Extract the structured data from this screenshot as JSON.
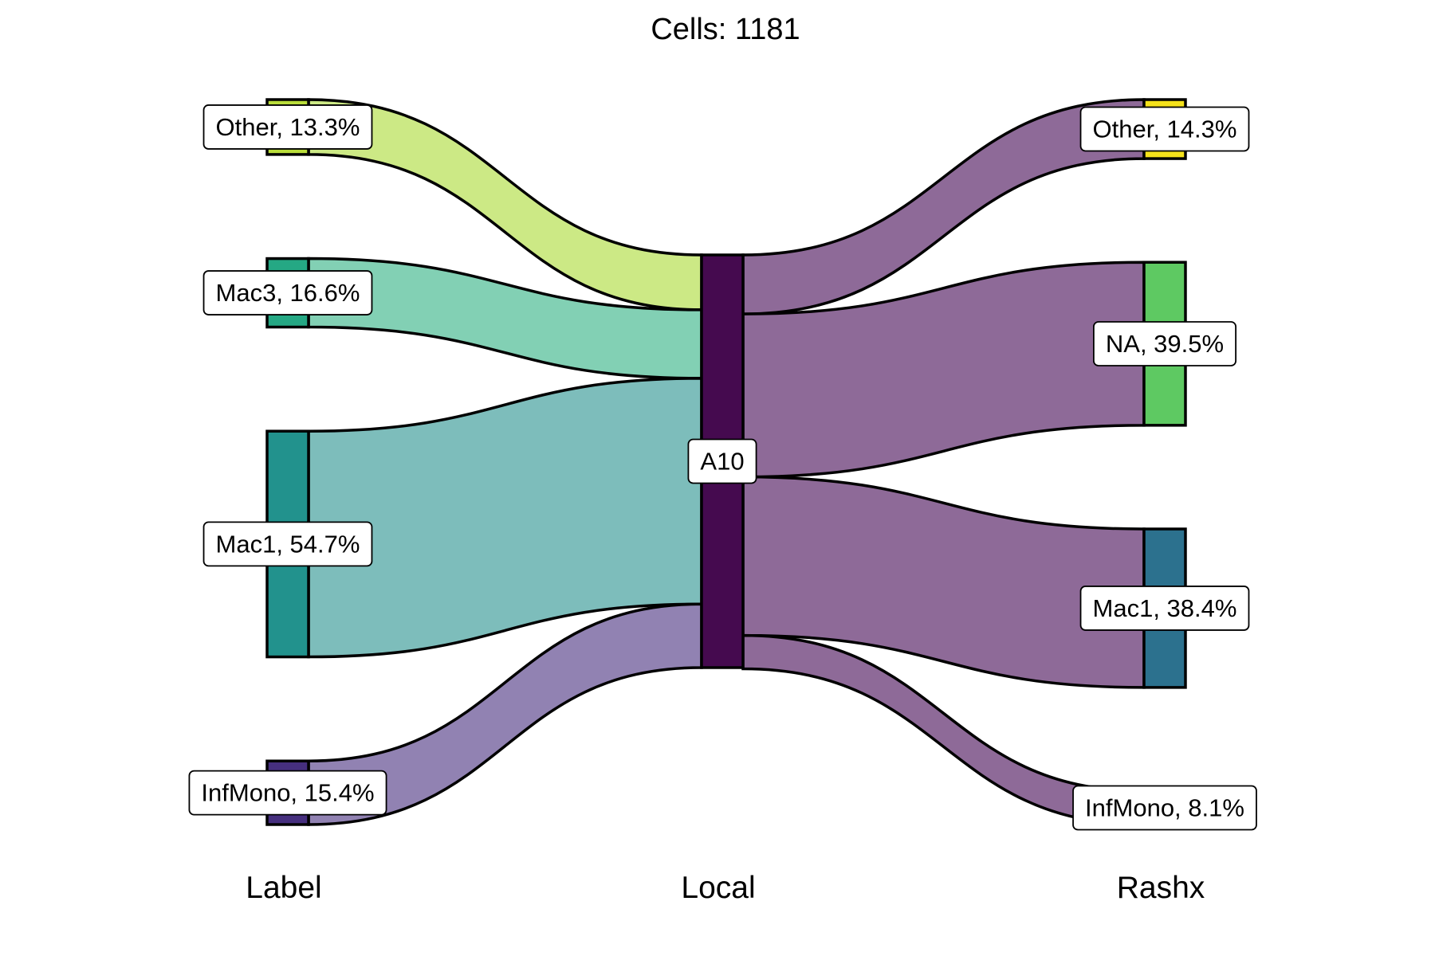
{
  "chart_data": {
    "type": "alluvial",
    "title": "Cells:  1181",
    "total": 1181,
    "axes": [
      "Label",
      "Local",
      "Rashx"
    ],
    "nodes": {
      "Label": [
        {
          "name": "Other",
          "percent": 13.3,
          "label": "Other, 13.3%",
          "color": "#b9dd3b",
          "flow_color": "#cce985"
        },
        {
          "name": "Mac3",
          "percent": 16.6,
          "label": "Mac3, 16.6%",
          "color": "#25a884",
          "flow_color": "#82d0b4"
        },
        {
          "name": "Mac1",
          "percent": 54.7,
          "label": "Mac1, 54.7%",
          "color": "#22928d",
          "flow_color": "#7dbdbb"
        },
        {
          "name": "InfMono",
          "percent": 15.4,
          "label": "InfMono, 15.4%",
          "color": "#462f7e",
          "flow_color": "#9182b2"
        }
      ],
      "Local": [
        {
          "name": "A10",
          "percent": 100,
          "label": "A10",
          "color": "#450a4f"
        }
      ],
      "Rashx": [
        {
          "name": "Other",
          "percent": 14.3,
          "label": "Other, 14.3%",
          "color": "#f5e21b"
        },
        {
          "name": "NA",
          "percent": 39.5,
          "label": "NA, 39.5%",
          "color": "#5ec962"
        },
        {
          "name": "Mac1",
          "percent": 38.4,
          "label": "Mac1, 38.4%",
          "color": "#2c718e"
        },
        {
          "name": "InfMono",
          "percent": 8.1,
          "label": "InfMono, 8.1%",
          "color": "#8e6a98"
        }
      ]
    },
    "right_flow_color": "#8e6a98",
    "stroke_color": "#000000"
  }
}
